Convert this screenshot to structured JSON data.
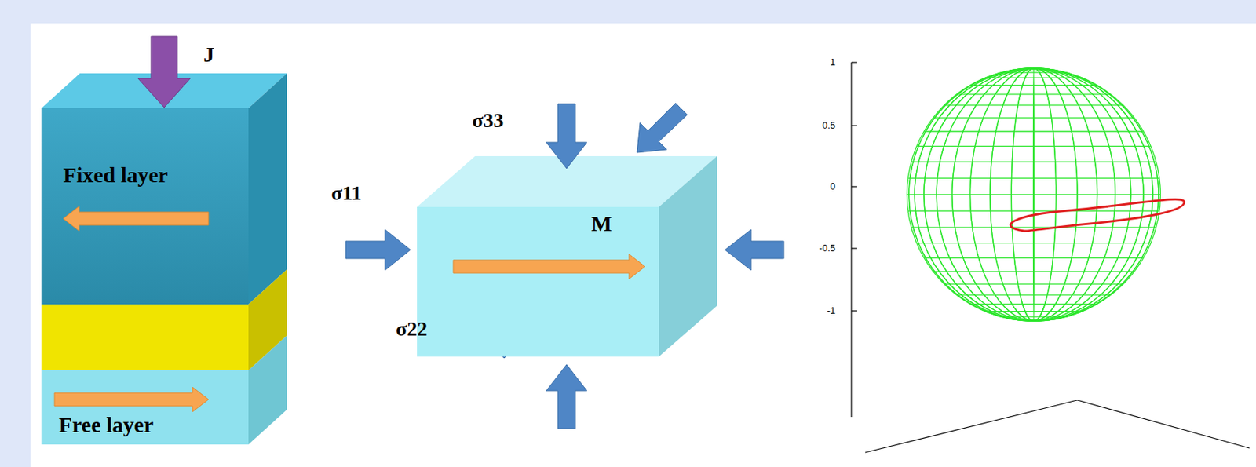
{
  "diagram": {
    "nodes": [
      {
        "text": [
          "Fixed layer"
        ]
      },
      {
        "text": [
          "Free layer"
        ]
      },
      {
        "text": [
          "M"
        ]
      }
    ],
    "labels": [
      "J",
      "σ33",
      "σ11",
      "σ22",
      "1",
      "0.5",
      "0",
      "-0.5",
      "-1"
    ]
  }
}
